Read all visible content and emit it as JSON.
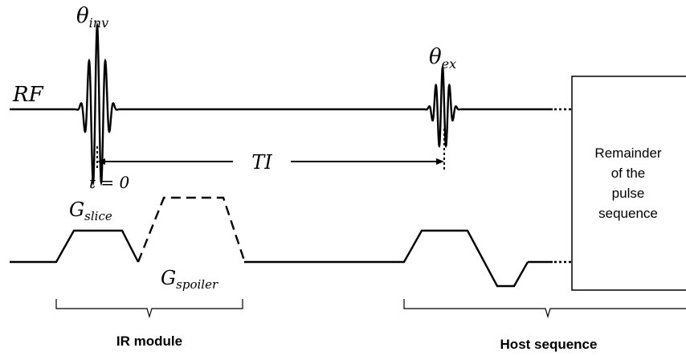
{
  "labels": {
    "rf": "RF",
    "theta": "θ",
    "inv_sub": "inv",
    "ex_sub": "ex",
    "ti": "TI",
    "t0": "t = 0",
    "g": "G",
    "slice_sub": "slice",
    "spoiler_sub": "spoiler",
    "box_line1": "Remainder",
    "box_line2": "of the",
    "box_line3": "pulse",
    "box_line4": "sequence",
    "ir_module": "IR module",
    "host_sequence": "Host sequence"
  }
}
